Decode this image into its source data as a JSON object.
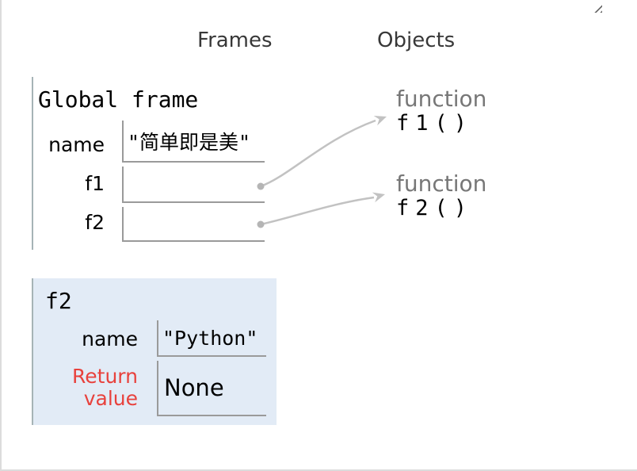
{
  "panel": {
    "frames_header": "Frames",
    "objects_header": "Objects"
  },
  "global_frame": {
    "title": "Global frame",
    "variables": [
      {
        "label": "name",
        "value": "\"简单即是美\""
      },
      {
        "label": "f1",
        "value": ""
      },
      {
        "label": "f2",
        "value": ""
      }
    ]
  },
  "heap_objects": [
    {
      "type_label": "function",
      "signature": "f1()"
    },
    {
      "type_label": "function",
      "signature": "f2()"
    }
  ],
  "f2_frame": {
    "title": "f2",
    "name_var": {
      "label": "name",
      "value": "\"Python\""
    },
    "return_var": {
      "label_line1": "Return",
      "label_line2": "value",
      "value": "None"
    }
  },
  "icons": {
    "resize_grip": "diagonal-resize-grip"
  },
  "colors": {
    "frame_left_border": "#a6b3b6",
    "cell_border": "#9a9a9a",
    "highlighted_frame_bg": "#e2ebf6",
    "return_label_red": "#e8413c",
    "type_label_gray": "#777777",
    "arrow_gray": "#c2c2c2"
  }
}
